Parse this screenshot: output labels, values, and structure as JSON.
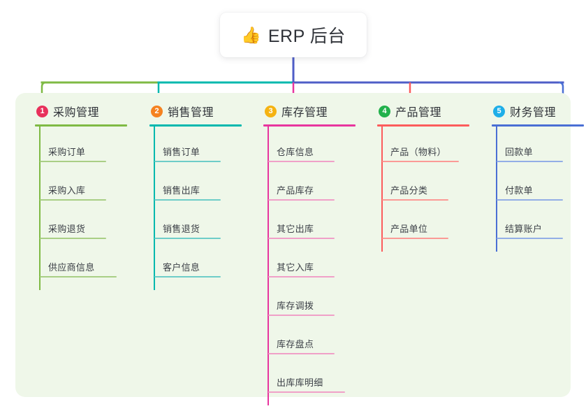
{
  "diagram": {
    "type": "mindmap",
    "title": "ERP 后台",
    "root": {
      "icon": "thumbs-up-icon",
      "icon_glyph": "👍",
      "label": "ERP 后台",
      "stem_color": "#4f5ec7"
    },
    "panel_color": "#eff7e9",
    "background_color": "#ffffff",
    "trunk": {
      "segments": [
        {
          "color": "#7fba44"
        },
        {
          "color": "#00b8ae"
        },
        {
          "color": "#4f5ec7"
        }
      ]
    },
    "branches": [
      {
        "index": "1",
        "label": "采购管理",
        "badge_color": "#e8315b",
        "line_color": "#7fba44",
        "leaf_line_color": "#a9cf85",
        "drop_color": "#7fba44",
        "children": [
          {
            "label": "采购订单"
          },
          {
            "label": "采购入库"
          },
          {
            "label": "采购退货"
          },
          {
            "label": "供应商信息",
            "wide": true
          }
        ]
      },
      {
        "index": "2",
        "label": "销售管理",
        "badge_color": "#f58220",
        "line_color": "#00b8ae",
        "leaf_line_color": "#6ecdc8",
        "drop_color": "#00b8ae",
        "children": [
          {
            "label": "销售订单"
          },
          {
            "label": "销售出库"
          },
          {
            "label": "销售退货"
          },
          {
            "label": "客户信息"
          }
        ]
      },
      {
        "index": "3",
        "label": "库存管理",
        "badge_color": "#f5b312",
        "line_color": "#e8359e",
        "leaf_line_color": "#f0a0c8",
        "drop_color": "#e8359e",
        "children": [
          {
            "label": "仓库信息"
          },
          {
            "label": "产品库存"
          },
          {
            "label": "其它出库"
          },
          {
            "label": "其它入库"
          },
          {
            "label": "库存调拨"
          },
          {
            "label": "库存盘点"
          },
          {
            "label": "出库库明细",
            "wide": true
          }
        ]
      },
      {
        "index": "4",
        "label": "产品管理",
        "badge_color": "#22b14c",
        "line_color": "#fc5c5c",
        "leaf_line_color": "#fb9a96",
        "drop_color": "#fc5c5c",
        "children": [
          {
            "label": "产品（物料）",
            "wide": true
          },
          {
            "label": "产品分类"
          },
          {
            "label": "产品单位"
          }
        ]
      },
      {
        "index": "5",
        "label": "财务管理",
        "badge_color": "#1eaee8",
        "line_color": "#4a6fd4",
        "leaf_line_color": "#93aee6",
        "drop_color": "#4a6fd4",
        "children": [
          {
            "label": "回款单"
          },
          {
            "label": "付款单"
          },
          {
            "label": "结算账户"
          }
        ]
      }
    ]
  }
}
